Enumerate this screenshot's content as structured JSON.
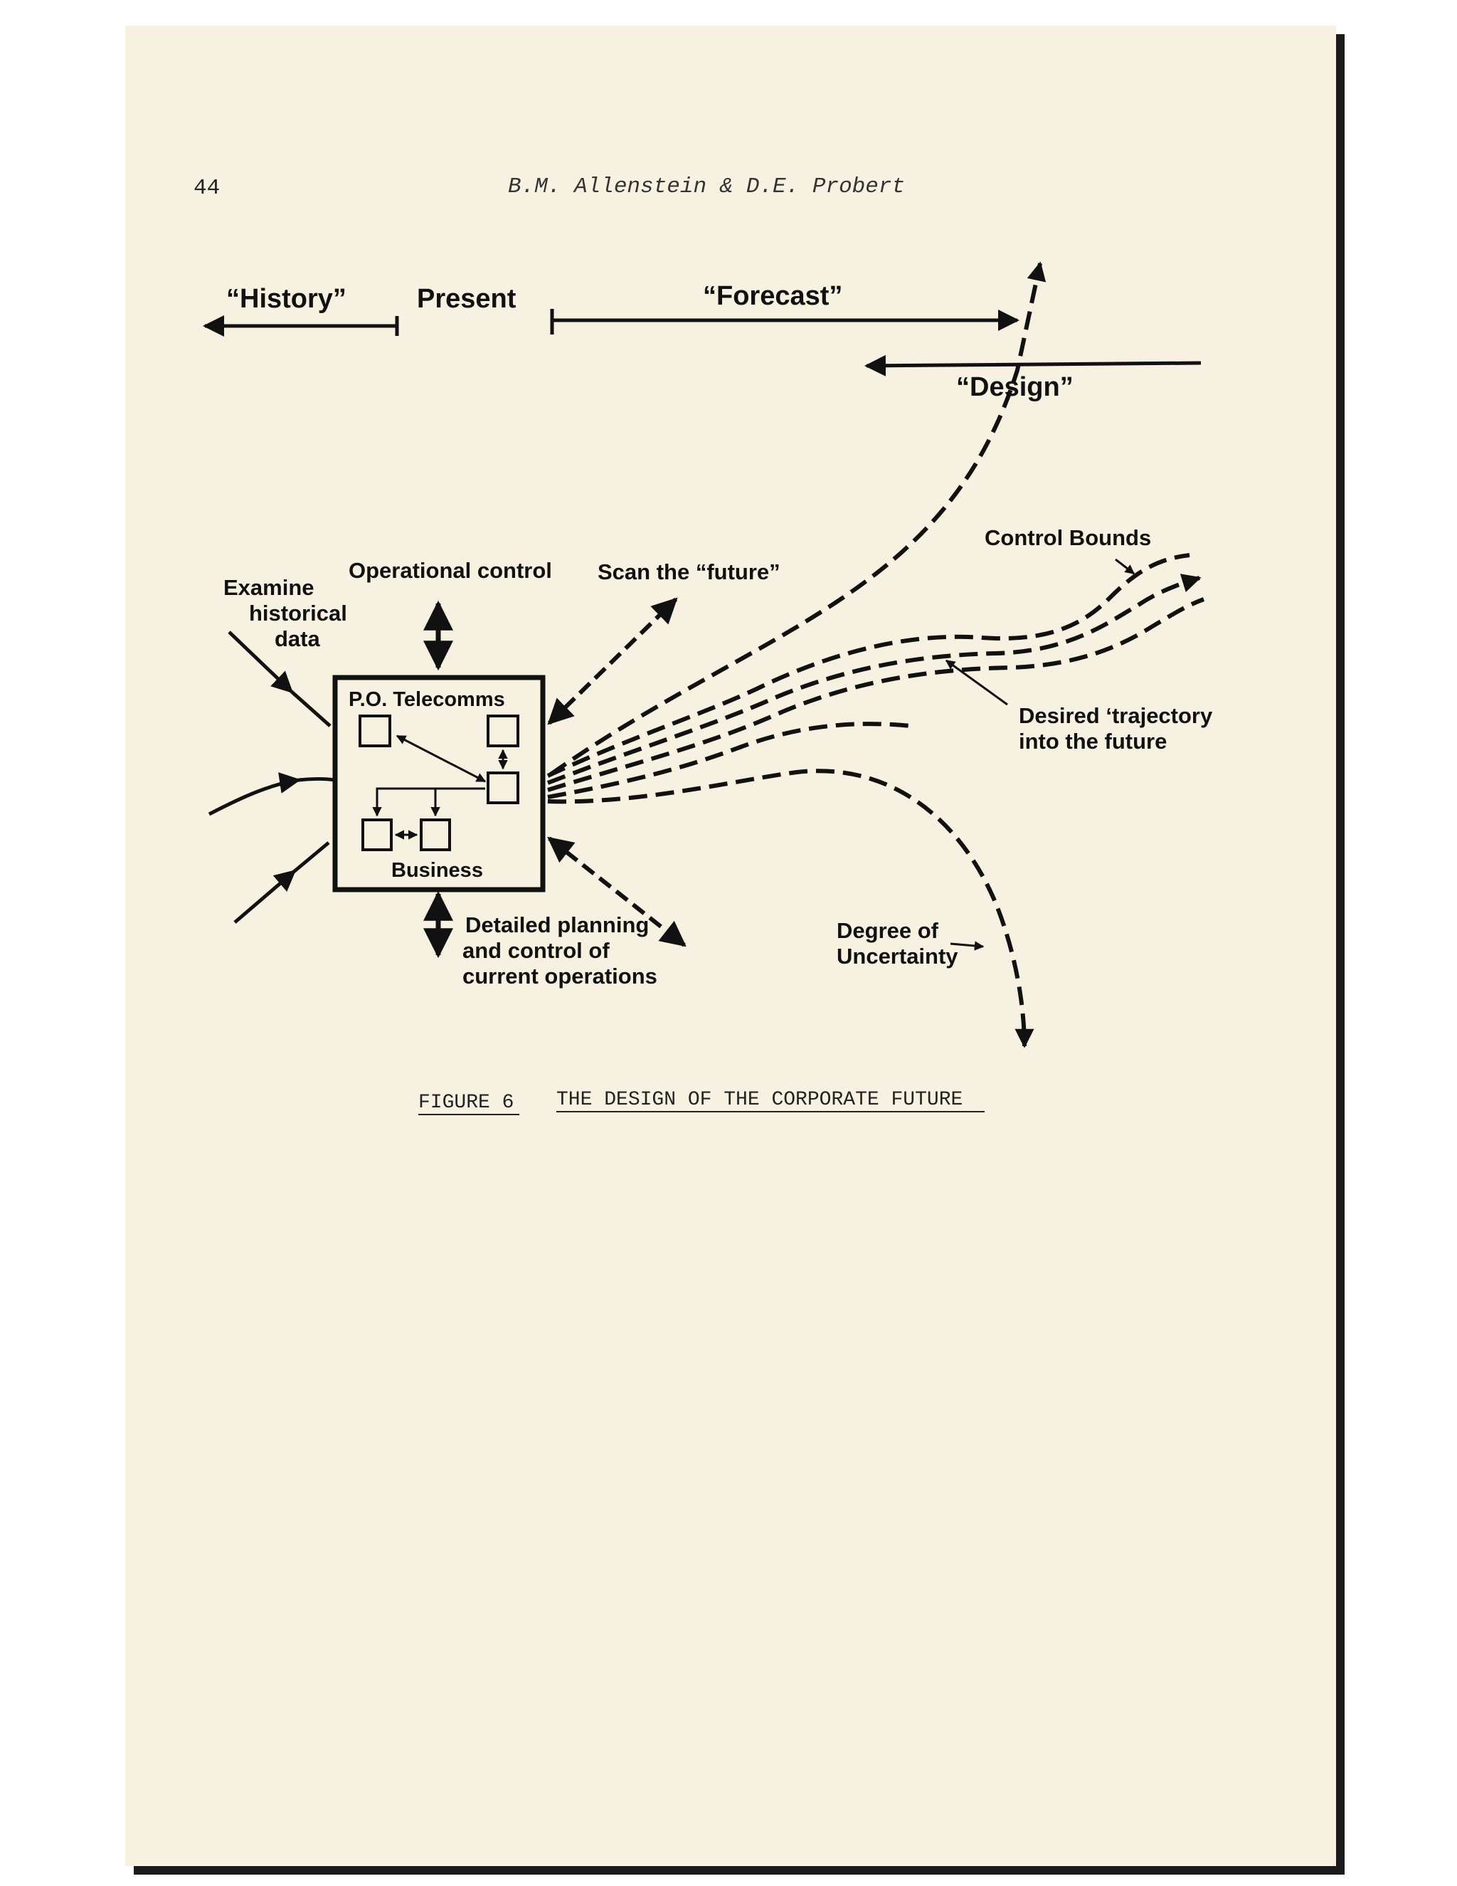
{
  "header": {
    "page_number": "44",
    "authors": "B.M. Allenstein & D.E. Probert"
  },
  "timeline": {
    "history": "“History”",
    "present": "Present",
    "forecast": "“Forecast”",
    "design": "“Design”"
  },
  "labels": {
    "examine_1": "Examine",
    "examine_2": "historical",
    "examine_3": "data",
    "operational_control": "Operational control",
    "scan_future": "Scan the “future”",
    "control_bounds": "Control Bounds",
    "desired_1": "Desired ‘trajectory",
    "desired_2": "into the future",
    "detailed_1": "Detailed planning",
    "detailed_2": "and control of",
    "detailed_3": "current operations",
    "uncertainty_1": "Degree of",
    "uncertainty_2": "Uncertainty"
  },
  "box": {
    "title": "P.O. Telecomms",
    "bottom": "Business"
  },
  "caption": {
    "number": "FIGURE 6",
    "title": "THE DESIGN OF THE CORPORATE FUTURE"
  }
}
